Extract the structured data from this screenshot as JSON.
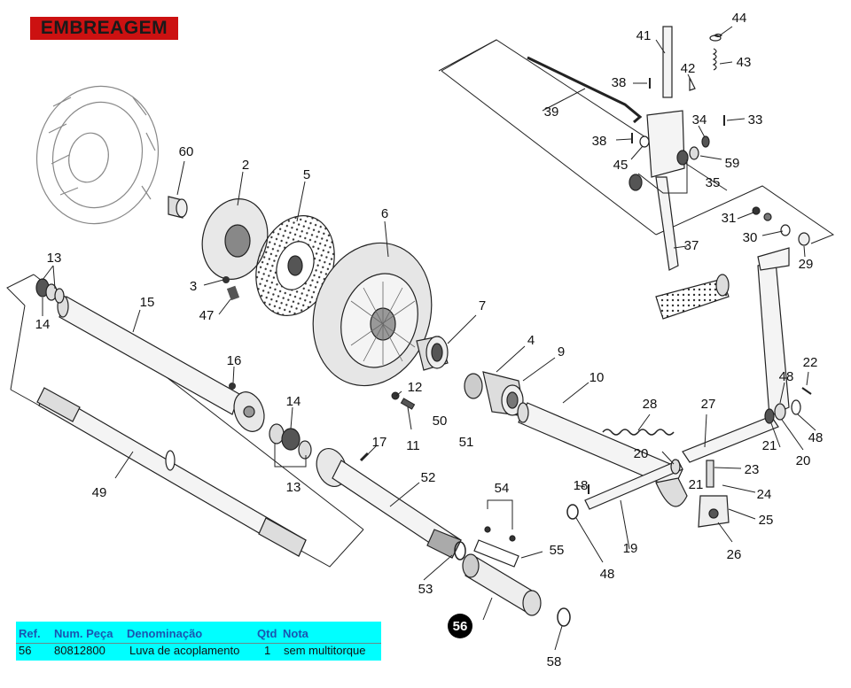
{
  "header": {
    "title": "EMBREAGEM"
  },
  "callouts": {
    "c2": "2",
    "c3": "3",
    "c4": "4",
    "c5": "5",
    "c6": "6",
    "c7": "7",
    "c9": "9",
    "c10": "10",
    "c11": "11",
    "c12": "12",
    "c13a": "13",
    "c13b": "13",
    "c14a": "14",
    "c14b": "14",
    "c15": "15",
    "c16": "16",
    "c17": "17",
    "c18": "18",
    "c19": "19",
    "c20a": "20",
    "c20b": "20",
    "c21a": "21",
    "c21b": "21",
    "c22": "22",
    "c23": "23",
    "c24": "24",
    "c25": "25",
    "c26": "26",
    "c27": "27",
    "c28": "28",
    "c29": "29",
    "c30": "30",
    "c31": "31",
    "c33": "33",
    "c34": "34",
    "c35": "35",
    "c37": "37",
    "c38a": "38",
    "c38b": "38",
    "c39": "39",
    "c41": "41",
    "c42": "42",
    "c43": "43",
    "c44": "44",
    "c45": "45",
    "c47": "47",
    "c48a": "48",
    "c48b": "48",
    "c48c": "48",
    "c49": "49",
    "c50": "50",
    "c51": "51",
    "c52": "52",
    "c53": "53",
    "c54": "54",
    "c55": "55",
    "c56": "56",
    "c58": "58",
    "c59": "59",
    "c60": "60"
  },
  "parts_table": {
    "headers": {
      "ref": "Ref.",
      "part_number": "Num. Peça",
      "name": "Denominação",
      "qty": "Qtd",
      "note": "Nota"
    },
    "row": {
      "ref": "56",
      "part_number": "80812800",
      "name": "Luva de acoplamento",
      "qty": "1",
      "note": "sem multitorque"
    }
  },
  "colors": {
    "title_bg": "#cc1111",
    "table_bg": "#00ffff",
    "table_header_text": "#1a55b0",
    "highlight_badge": "#000000"
  }
}
